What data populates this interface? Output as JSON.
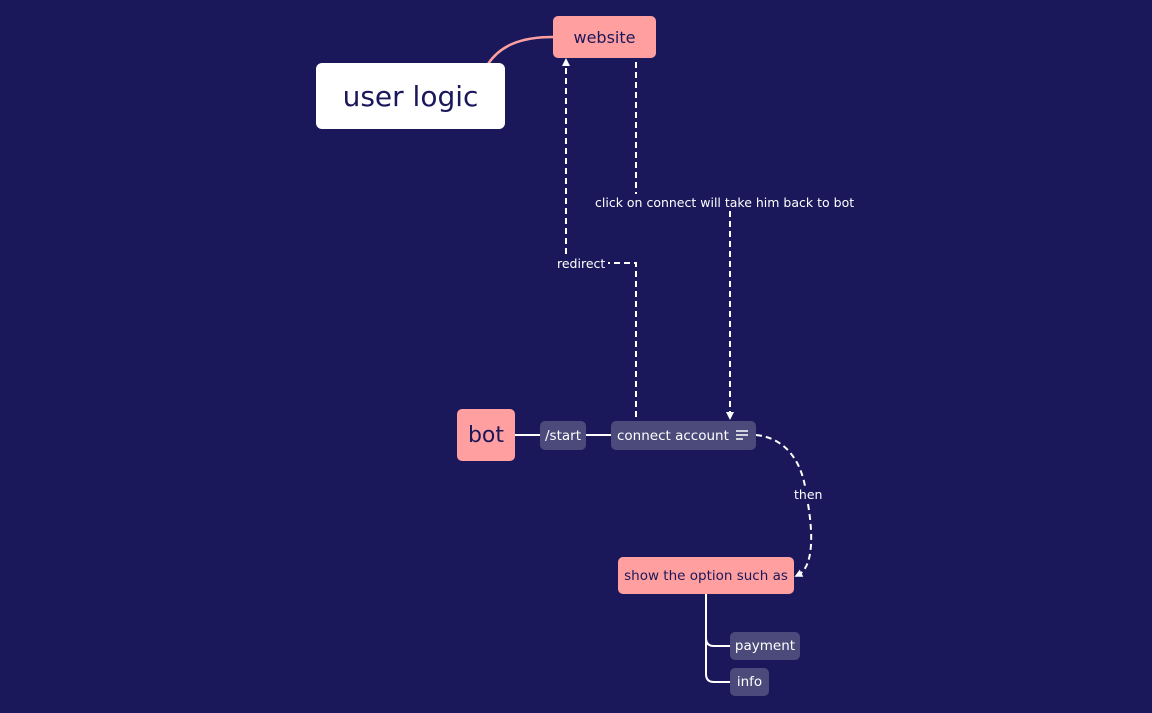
{
  "colors": {
    "background": "#1a185a",
    "pink_node": "#ff9fa0",
    "white_node": "#ffffff",
    "slate_node": "#4c4a7a",
    "line": "#ffffff",
    "accent_line": "#ff9fa0"
  },
  "nodes": {
    "user_logic": "user logic",
    "website": "website",
    "bot": "bot",
    "start": "/start",
    "connect_account": "connect account",
    "show_options": "show the option such as",
    "payment": "payment",
    "info": "info"
  },
  "icons": {
    "connect_account_note": "notes-lines-icon"
  },
  "edge_labels": {
    "click_connect": "click on connect will take him back to bot",
    "redirect": "redirect",
    "then": "then"
  }
}
